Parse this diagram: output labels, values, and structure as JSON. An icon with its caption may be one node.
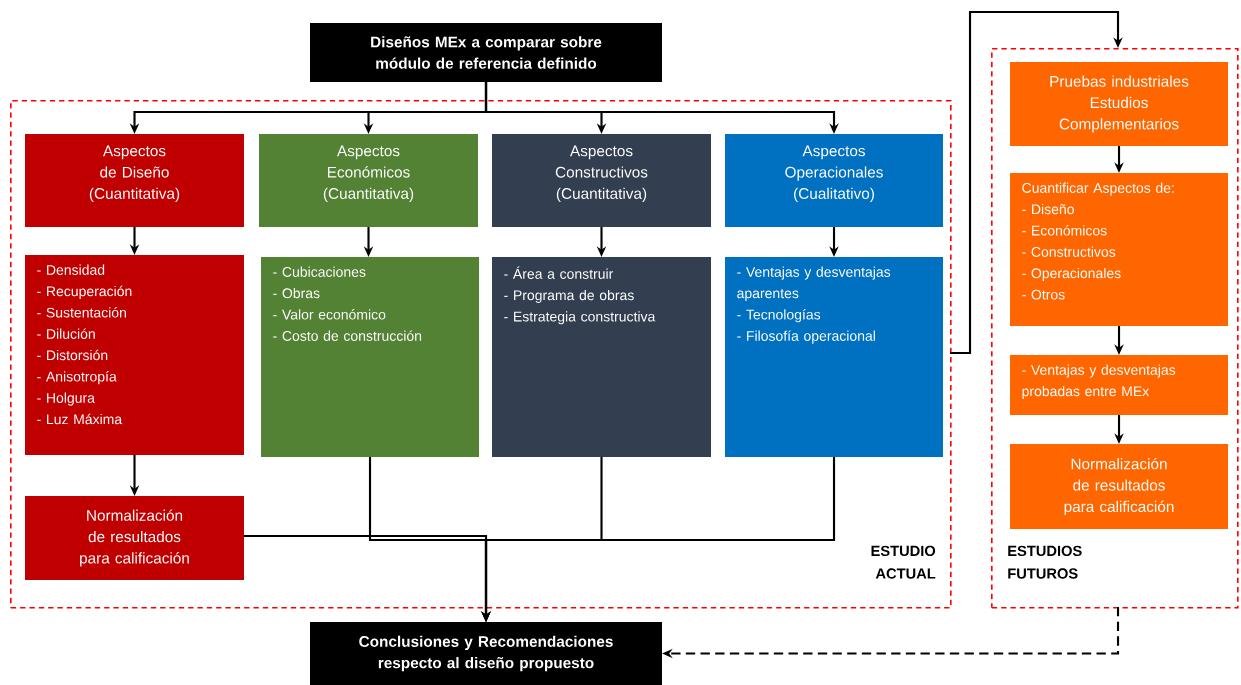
{
  "diagram": {
    "nodes": [
      {
        "text": [
          "Diseños MEx a comparar sobre módulo de referencia definido"
        ]
      },
      {
        "text": [
          "ESTUDIO ACTUAL"
        ]
      },
      {
        "text": [
          "Aspectos de Diseño",
          "(Cuantitativa)"
        ],
        "in": 1
      },
      {
        "text": [
          "- Densidad",
          "- Recuperación",
          "- Sustentación",
          "- Dilución",
          "- Distorsión",
          "- Anisotropía",
          "- Holgura",
          "- Luz Máxima"
        ],
        "in": 1
      },
      {
        "text": [
          "Normalización de resultados para calificación"
        ],
        "in": 1
      },
      {
        "text": [
          "Aspectos Económicos",
          "(Cuantitativa)"
        ],
        "in": 1
      },
      {
        "text": [
          "- Cubicaciones",
          "- Obras",
          "- Valor económico",
          "- Costo de construcción"
        ],
        "in": 1
      },
      {
        "text": [
          "Aspectos Constructivos",
          "(Cuantitativa)"
        ],
        "in": 1
      },
      {
        "text": [
          "- Área a construir",
          "- Programa de obras",
          "- Estrategia constructiva"
        ],
        "in": 1
      },
      {
        "text": [
          "Aspectos Operacionales",
          "(Cualitativo)"
        ],
        "in": 1
      },
      {
        "text": [
          "- Ventajas y desventajas aparentes",
          "- Tecnologías",
          "- Filosofía operacional"
        ],
        "in": 1
      },
      {
        "text": [
          "ESTUDIOS FUTUROS"
        ]
      },
      {
        "text": [
          "Pruebas industriales",
          "Estudios",
          "Complementarios"
        ],
        "in": 11
      },
      {
        "text": [
          "Cuantificar Aspectos de:",
          "- Diseño",
          "- Económicos",
          "- Constructivos",
          "- Operacionales",
          "- Otros"
        ],
        "in": 11
      },
      {
        "text": [
          "- Ventajas y desventajas probadas entre MEx"
        ],
        "in": 11
      },
      {
        "text": [
          "Normalización de resultados para calificación"
        ],
        "in": 11
      },
      {
        "text": [
          "Conclusiones y Recomendaciones respecto al diseño propuesto"
        ]
      }
    ],
    "edges": [
      {
        "from": 0,
        "to": 2,
        "arrow": "to"
      },
      {
        "from": 0,
        "to": 5,
        "arrow": "to"
      },
      {
        "from": 0,
        "to": 7,
        "arrow": "to"
      },
      {
        "from": 0,
        "to": 9,
        "arrow": "to"
      },
      {
        "from": 2,
        "to": 3,
        "arrow": "to"
      },
      {
        "from": 3,
        "to": 4,
        "arrow": "to"
      },
      {
        "from": 5,
        "to": 6,
        "arrow": "to"
      },
      {
        "from": 7,
        "to": 8,
        "arrow": "to"
      },
      {
        "from": 9,
        "to": 10,
        "arrow": "to"
      },
      {
        "from": 4,
        "to": 16,
        "arrow": "to"
      },
      {
        "from": 6,
        "to": 16,
        "arrow": "to"
      },
      {
        "from": 8,
        "to": 16,
        "arrow": "to"
      },
      {
        "from": 10,
        "to": 16,
        "arrow": "to"
      },
      {
        "from": 1,
        "to": 11,
        "arrow": "to"
      },
      {
        "from": 12,
        "to": 13,
        "arrow": "to"
      },
      {
        "from": 13,
        "to": 14,
        "arrow": "to"
      },
      {
        "from": 14,
        "to": 15,
        "arrow": "to"
      },
      {
        "from": 11,
        "to": 16,
        "arrow": "to",
        "style": "dashed"
      }
    ]
  }
}
